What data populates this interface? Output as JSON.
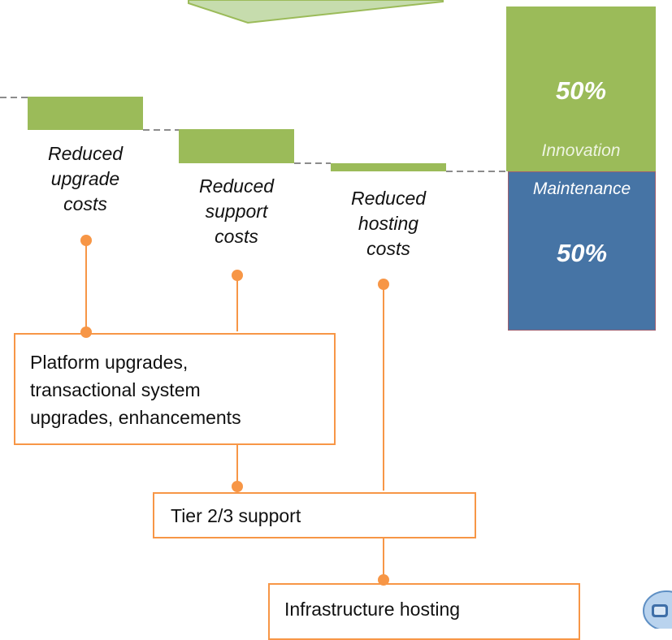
{
  "steps": [
    {
      "label_lines": [
        "Reduced",
        "upgrade",
        "costs"
      ]
    },
    {
      "label_lines": [
        "Reduced",
        "support",
        "costs"
      ]
    },
    {
      "label_lines": [
        "Reduced",
        "hosting",
        "costs"
      ]
    }
  ],
  "split_bar": {
    "innovation": {
      "percent": "50%",
      "label": "Innovation",
      "color": "#9bbb59"
    },
    "maintenance": {
      "percent": "50%",
      "label": "Maintenance",
      "color": "#4674a5"
    }
  },
  "boxes": {
    "upgrades": {
      "lines": [
        "Platform upgrades,",
        "transactional system",
        "upgrades, enhancements"
      ]
    },
    "support": {
      "text": "Tier 2/3 support"
    },
    "hosting": {
      "text": "Infrastructure hosting"
    }
  },
  "colors": {
    "accent_orange": "#f79646",
    "step_green": "#9bbb59",
    "connector_dash": "#8c8c8c"
  }
}
